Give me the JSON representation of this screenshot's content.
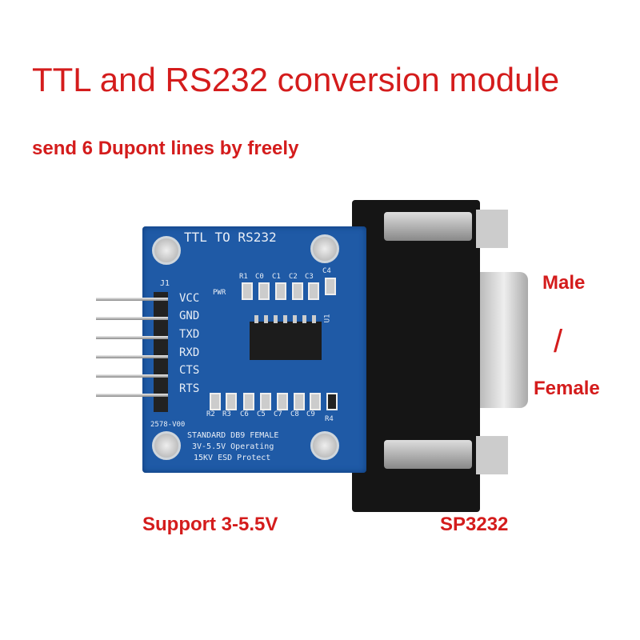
{
  "title": "TTL and RS232 conversion module",
  "subtitle": "send 6 Dupont lines by freely",
  "labels": {
    "male": "Male",
    "slash": "/",
    "female": "Female",
    "support": "Support 3-5.5V",
    "chip": "SP3232"
  },
  "board": {
    "title": "TTL TO RS232",
    "header_ref": "J1",
    "pins": [
      "VCC",
      "GND",
      "TXD",
      "RXD",
      "CTS",
      "RTS"
    ],
    "pwr": "PWR",
    "top_parts": [
      "R1",
      "C0",
      "C1",
      "C2",
      "C3",
      "C4"
    ],
    "bottom_parts": [
      "R2",
      "R3",
      "C6",
      "C5",
      "C7",
      "C8",
      "C9",
      "R4"
    ],
    "ic_ref": "U1",
    "version": "2578-V00",
    "footer": [
      "STANDARD DB9 FEMALE",
      "3V-5.5V Operating",
      "15KV ESD Protect"
    ]
  },
  "colors": {
    "text": "#d41c1c",
    "board": "#1f5aa6"
  }
}
